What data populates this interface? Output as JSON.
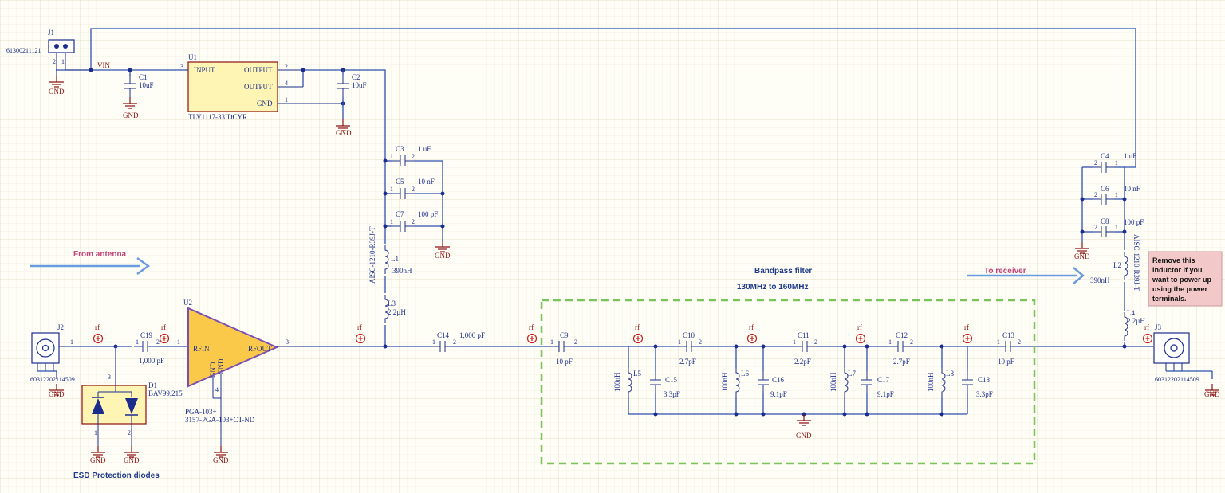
{
  "j1": {
    "ref": "J1",
    "pn": "61300211121"
  },
  "net_vin": "VIN",
  "gnd": "GND",
  "rf": "rf",
  "u1": {
    "ref": "U1",
    "pn": "TLV1117-33IDCYR",
    "input": "INPUT",
    "output": "OUTPUT",
    "gndpin": "GND",
    "pins": [
      "3",
      "2",
      "4",
      "1"
    ]
  },
  "c1": {
    "ref": "C1",
    "val": "10uF"
  },
  "c2": {
    "ref": "C2",
    "val": "10uF"
  },
  "c3": {
    "ref": "C3",
    "val": "1 uF"
  },
  "c5": {
    "ref": "C5",
    "val": "10 nF"
  },
  "c7": {
    "ref": "C7",
    "val": "100 pF"
  },
  "c4": {
    "ref": "C4",
    "val": "1 uF"
  },
  "c6": {
    "ref": "C6",
    "val": "10 nF"
  },
  "c8": {
    "ref": "C8",
    "val": "100 pF"
  },
  "l1": {
    "ref": "L1",
    "pn": "AISC-1210-R39J-T",
    "val": "390nH"
  },
  "l2": {
    "ref": "L2",
    "pn": "AISC-1210-R39J-T",
    "val": "390nH"
  },
  "l3": {
    "ref": "L3",
    "val": "2.2µH"
  },
  "l4": {
    "ref": "L4",
    "val": "2.2µH"
  },
  "from_antenna": "From antenna",
  "to_receiver": "To receiver",
  "j2": {
    "ref": "J2",
    "pn": "60312202114509"
  },
  "j3": {
    "ref": "J3",
    "pn": "60312202114509"
  },
  "c19": {
    "ref": "C19",
    "val": "1,000 pF"
  },
  "d1": {
    "ref": "D1",
    "pn": "BAV99,215"
  },
  "esd": "ESD Protection diodes",
  "u2": {
    "ref": "U2",
    "rfin": "RFIN",
    "rfout": "RFOUT",
    "gnd": "GND",
    "pn1": "PGA-103+",
    "pn2": "3157-PGA-103+CT-ND"
  },
  "c14": {
    "ref": "C14",
    "val": "1,000 pF"
  },
  "filter_title": "Bandpass filter",
  "filter_range": "130MHz to 160MHz",
  "c9": {
    "ref": "C9",
    "val": "10 pF"
  },
  "c10": {
    "ref": "C10",
    "val": "2.7pF"
  },
  "c11": {
    "ref": "C11",
    "val": "2.2pF"
  },
  "c12": {
    "ref": "C12",
    "val": "2.7pF"
  },
  "c13": {
    "ref": "C13",
    "val": "10 pF"
  },
  "c15": {
    "ref": "C15",
    "val": "3.3pF"
  },
  "c16": {
    "ref": "C16",
    "val": "9.1pF"
  },
  "c17": {
    "ref": "C17",
    "val": "9.1pF"
  },
  "c18": {
    "ref": "C18",
    "val": "3.3pF"
  },
  "l5": {
    "ref": "L5",
    "val": "100nH"
  },
  "l6": {
    "ref": "L6",
    "val": "100nH"
  },
  "l7": {
    "ref": "L7",
    "val": "100nH"
  },
  "l8": {
    "ref": "L8",
    "val": "100nH"
  },
  "note": [
    "Remove this",
    "inductor if you",
    "want to power up",
    "using the power",
    "terminals."
  ],
  "colors": {
    "wire": "#2f4fb0",
    "ground": "#8b1010",
    "rf_marker": "#c61c1c",
    "filter_box": "#7ac35a",
    "arrow": "#6a9be0",
    "note_bg": "#f2c8c8",
    "ic_fill": "#fef4b4",
    "amp_fill": "#fbc94a",
    "amp_border": "#7a4fb2"
  }
}
